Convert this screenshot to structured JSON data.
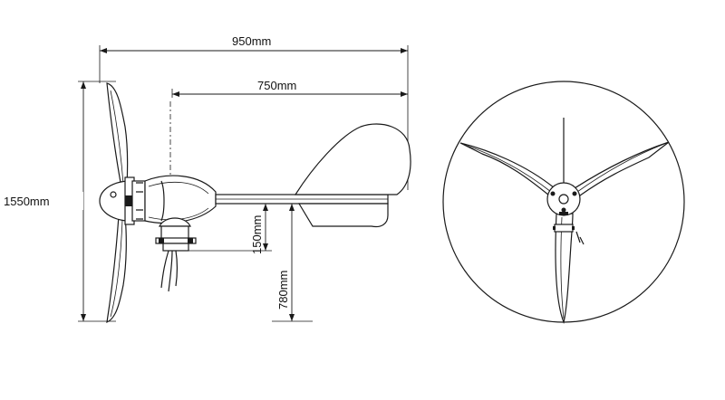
{
  "diagram": {
    "dimensions": {
      "overall_length": "950mm",
      "tail_length": "750mm",
      "rotor_diameter": "1550mm",
      "mount_height_short": "150mm",
      "mount_height_long": "780mm"
    }
  }
}
